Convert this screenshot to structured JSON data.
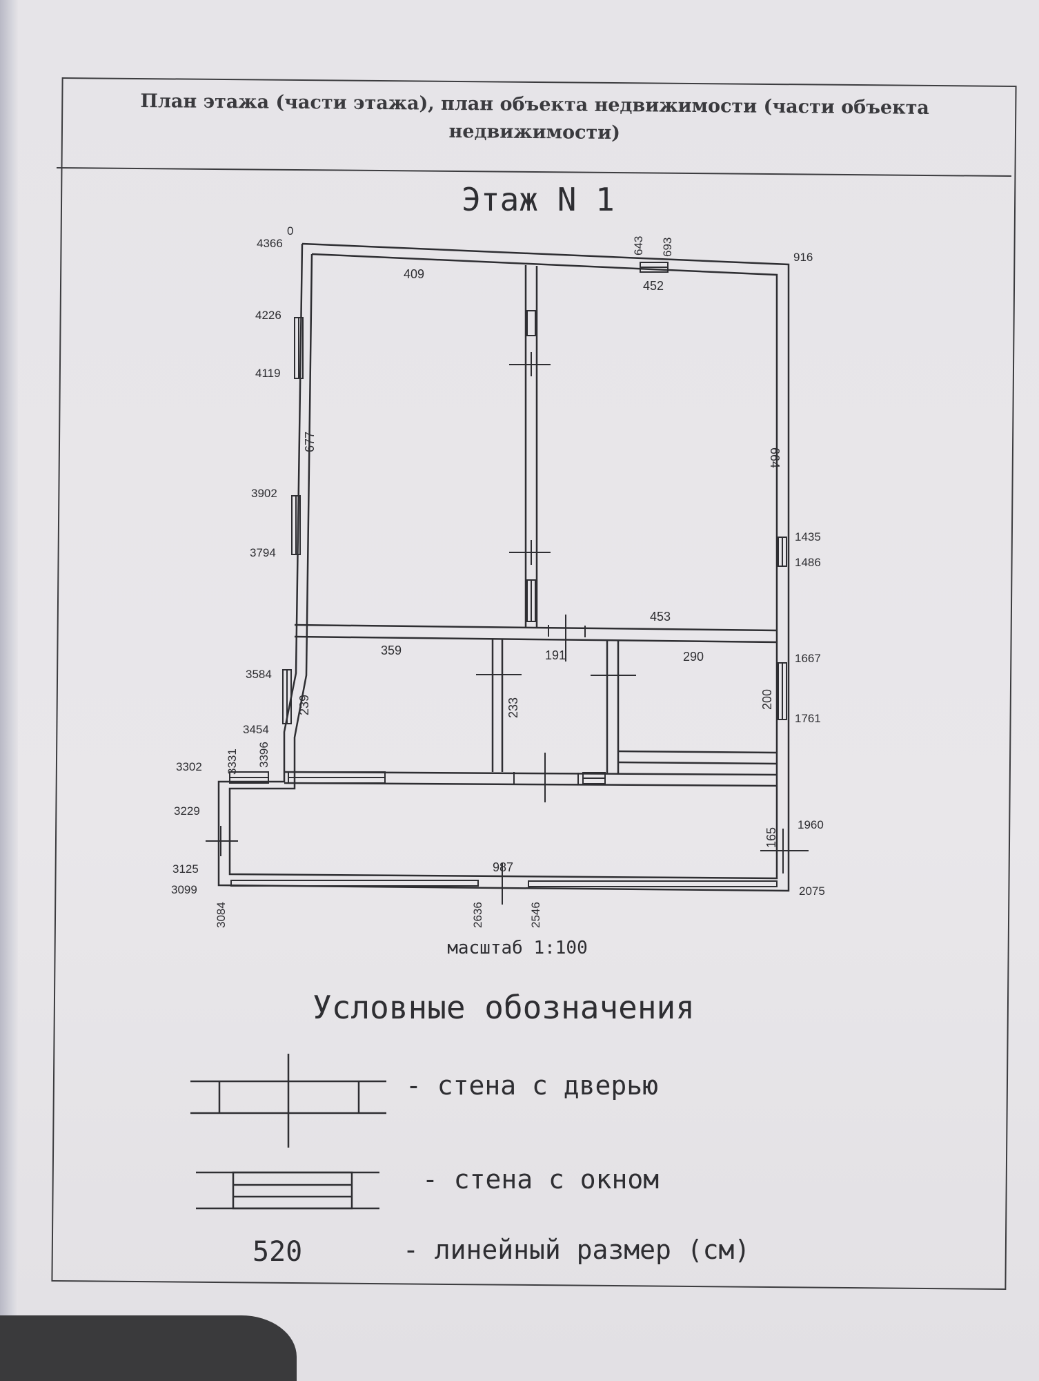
{
  "header": {
    "line1": "План этажа (части этажа), план объекта недвижимости (части объекта",
    "line2": "недвижимости)"
  },
  "floor_title": "Этаж N 1",
  "scale_label": "масштаб 1:100",
  "dimensions": {
    "d409": "409",
    "d452": "452",
    "d677": "677",
    "d664": "664",
    "d453": "453",
    "d359": "359",
    "d191": "191",
    "d290": "290",
    "d239": "239",
    "d233": "233",
    "d200": "200",
    "d165": "165",
    "d987": "987"
  },
  "coordinates": {
    "c0": "0",
    "c4366": "4366",
    "c4226": "4226",
    "c4119": "4119",
    "c3902": "3902",
    "c3794": "3794",
    "c3584": "3584",
    "c3454": "3454",
    "c3331": "3331",
    "c3396": "3396",
    "c3302": "3302",
    "c3229": "3229",
    "c3125": "3125",
    "c3099": "3099",
    "c3084": "3084",
    "c2636": "2636",
    "c2546": "2546",
    "c643": "643",
    "c693": "693",
    "c916": "916",
    "c1435": "1435",
    "c1486": "1486",
    "c1667": "1667",
    "c1761": "1761",
    "c1960": "1960",
    "c2075": "2075"
  },
  "legend": {
    "title": "Условные обозначения",
    "door": "- стена с дверью",
    "window": "- стена с окном",
    "size_example": "520",
    "size": "- линейный размер (см)"
  },
  "colors": {
    "ink": "#2e2e32",
    "paper": "#e8e6ea"
  }
}
